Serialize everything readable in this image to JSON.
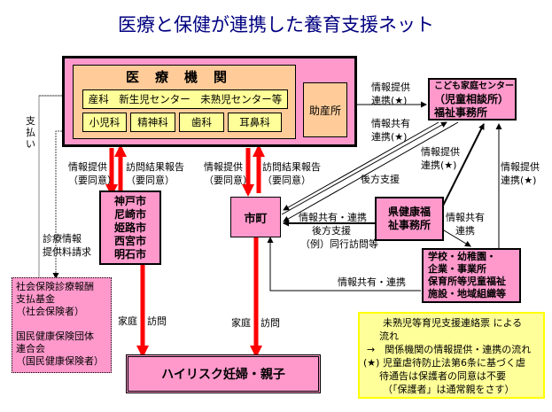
{
  "title": "医療と保健が連携した養育支援ネット",
  "medical": {
    "title": "医療機関",
    "row1": "産科　新生児センター　未熟児センター等",
    "depts": [
      "小児科",
      "精神科",
      "歯科",
      "耳鼻科"
    ],
    "midwife": "助産所"
  },
  "nodes": {
    "child_center": [
      "こども家庭センター",
      "（児童相談所）",
      "福祉事務所"
    ],
    "cities": [
      "神戸市",
      "尼崎市",
      "姫路市",
      "西宮市",
      "明石市"
    ],
    "shicho": "市町",
    "pref_office": [
      "県健康福",
      "祉事務所"
    ],
    "school": [
      "学校・幼稚園・",
      "企業・事業所",
      "保育所等児童福祉",
      "施設・地域組織等"
    ],
    "insurance": [
      "社会保険診療報酬",
      "支払基金",
      "（社会保険者）",
      "",
      "国民健康保険団体",
      "連合会",
      "（国民健康保険者）"
    ],
    "highrisk": "ハイリスク妊婦・親子"
  },
  "labels": {
    "payment": "支払い",
    "claim": [
      "診療情報",
      "提供料請求"
    ],
    "info_consent_1": [
      "情報提供",
      "（要同意）"
    ],
    "visit_report_1": [
      "訪問結果報告",
      "（要同意）"
    ],
    "info_consent_2": [
      "情報提供",
      "（要同意）"
    ],
    "visit_report_2": [
      "訪問結果報告",
      "（要同意）"
    ],
    "med_to_center": [
      "情報提供",
      "連携(★)"
    ],
    "share_center": [
      "情報共有",
      "連携(★)"
    ],
    "backup": "後方支援",
    "pref_to_center": [
      "情報提供",
      "連携(★)"
    ],
    "school_to_center": [
      "情報提供",
      "連携(★)"
    ],
    "pref_to_shicho": [
      "情報共有・連携",
      "後方支援",
      "（例）同行訪問等"
    ],
    "pref_school": [
      "情報共有",
      "連携"
    ],
    "school_shicho": "情報共有・連携",
    "home_visit_1": "家庭　訪問",
    "home_visit_2": "家庭　訪問"
  },
  "legend": {
    "red_arrow": "未熟児等育児支援連絡票 による",
    "red_arrow_2": "流れ",
    "black_arrow": "→　関係機関の情報提供・連携の流れ",
    "star_1": "(★) 児童虐待防止法第6条に基づく虐",
    "star_2": "待通告は保護者の同意は不要",
    "star_3": "（「保護者」は通常親をさす）"
  },
  "colors": {
    "pink": "#ff99cc",
    "orange": "#ffcc99",
    "yellow": "#ffff99",
    "red": "#ff0000",
    "title": "#000080"
  }
}
